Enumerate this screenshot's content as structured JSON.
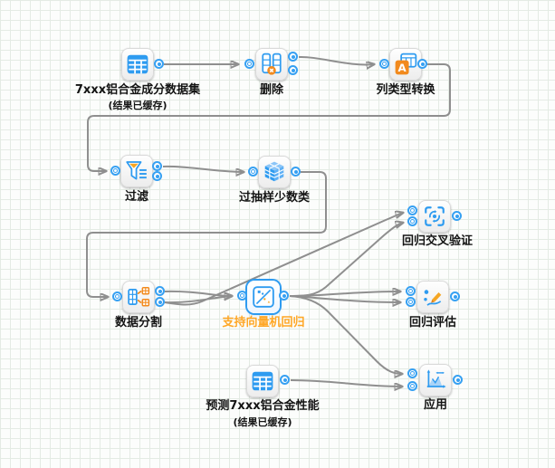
{
  "app": {
    "title": "workflow-editor-canvas"
  },
  "colors": {
    "accent_blue": "#2e9bf0",
    "accent_orange": "#f28a1e",
    "selected_label_orange": "#ffa726",
    "edge_gray": "#8f8f8f",
    "grid_line": "#e4ebe4",
    "canvas_bg": "#fcfdfc"
  },
  "nodes": [
    {
      "label": "7xxx铝合金成分数据集",
      "sublabel": "(结果已缓存)",
      "icon": "table-icon",
      "selected": false
    },
    {
      "label": "删除",
      "icon": "delete-columns-icon",
      "selected": false
    },
    {
      "label": "列类型转换",
      "icon": "column-type-convert-icon",
      "selected": false
    },
    {
      "label": "过滤",
      "icon": "filter-funnel-icon",
      "selected": false
    },
    {
      "label": "过抽样少数类",
      "icon": "oversample-cube-icon",
      "selected": false
    },
    {
      "label": "数据分割",
      "icon": "data-split-icon",
      "selected": false
    },
    {
      "label": "支持向量机回归",
      "icon": "svm-regression-icon",
      "selected": true
    },
    {
      "label": "回归交叉验证",
      "icon": "cross-validation-icon",
      "selected": false
    },
    {
      "label": "回归评估",
      "icon": "regression-evaluation-icon",
      "selected": false
    },
    {
      "label": "预测7xxx铝合金性能",
      "sublabel": "(结果已缓存)",
      "icon": "table-icon",
      "selected": false
    },
    {
      "label": "应用",
      "icon": "application-chart-icon",
      "selected": false
    }
  ],
  "edges": [
    {
      "from": "7xxx铝合金成分数据集",
      "to": "删除"
    },
    {
      "from": "删除",
      "to": "列类型转换"
    },
    {
      "from": "列类型转换",
      "to": "过滤"
    },
    {
      "from": "过滤",
      "to": "过抽样少数类"
    },
    {
      "from": "过抽样少数类",
      "to": "数据分割"
    },
    {
      "from": "数据分割",
      "to": "支持向量机回归",
      "port": "out1"
    },
    {
      "from": "数据分割",
      "to": "支持向量机回归",
      "port": "out2"
    },
    {
      "from": "数据分割",
      "to": "回归交叉验证",
      "port": "out2"
    },
    {
      "from": "支持向量机回归",
      "to": "回归交叉验证"
    },
    {
      "from": "支持向量机回归",
      "to": "回归评估",
      "port": "in1"
    },
    {
      "from": "支持向量机回归",
      "to": "回归评估",
      "port": "in2"
    },
    {
      "from": "支持向量机回归",
      "to": "应用"
    },
    {
      "from": "预测7xxx铝合金性能",
      "to": "应用"
    }
  ]
}
